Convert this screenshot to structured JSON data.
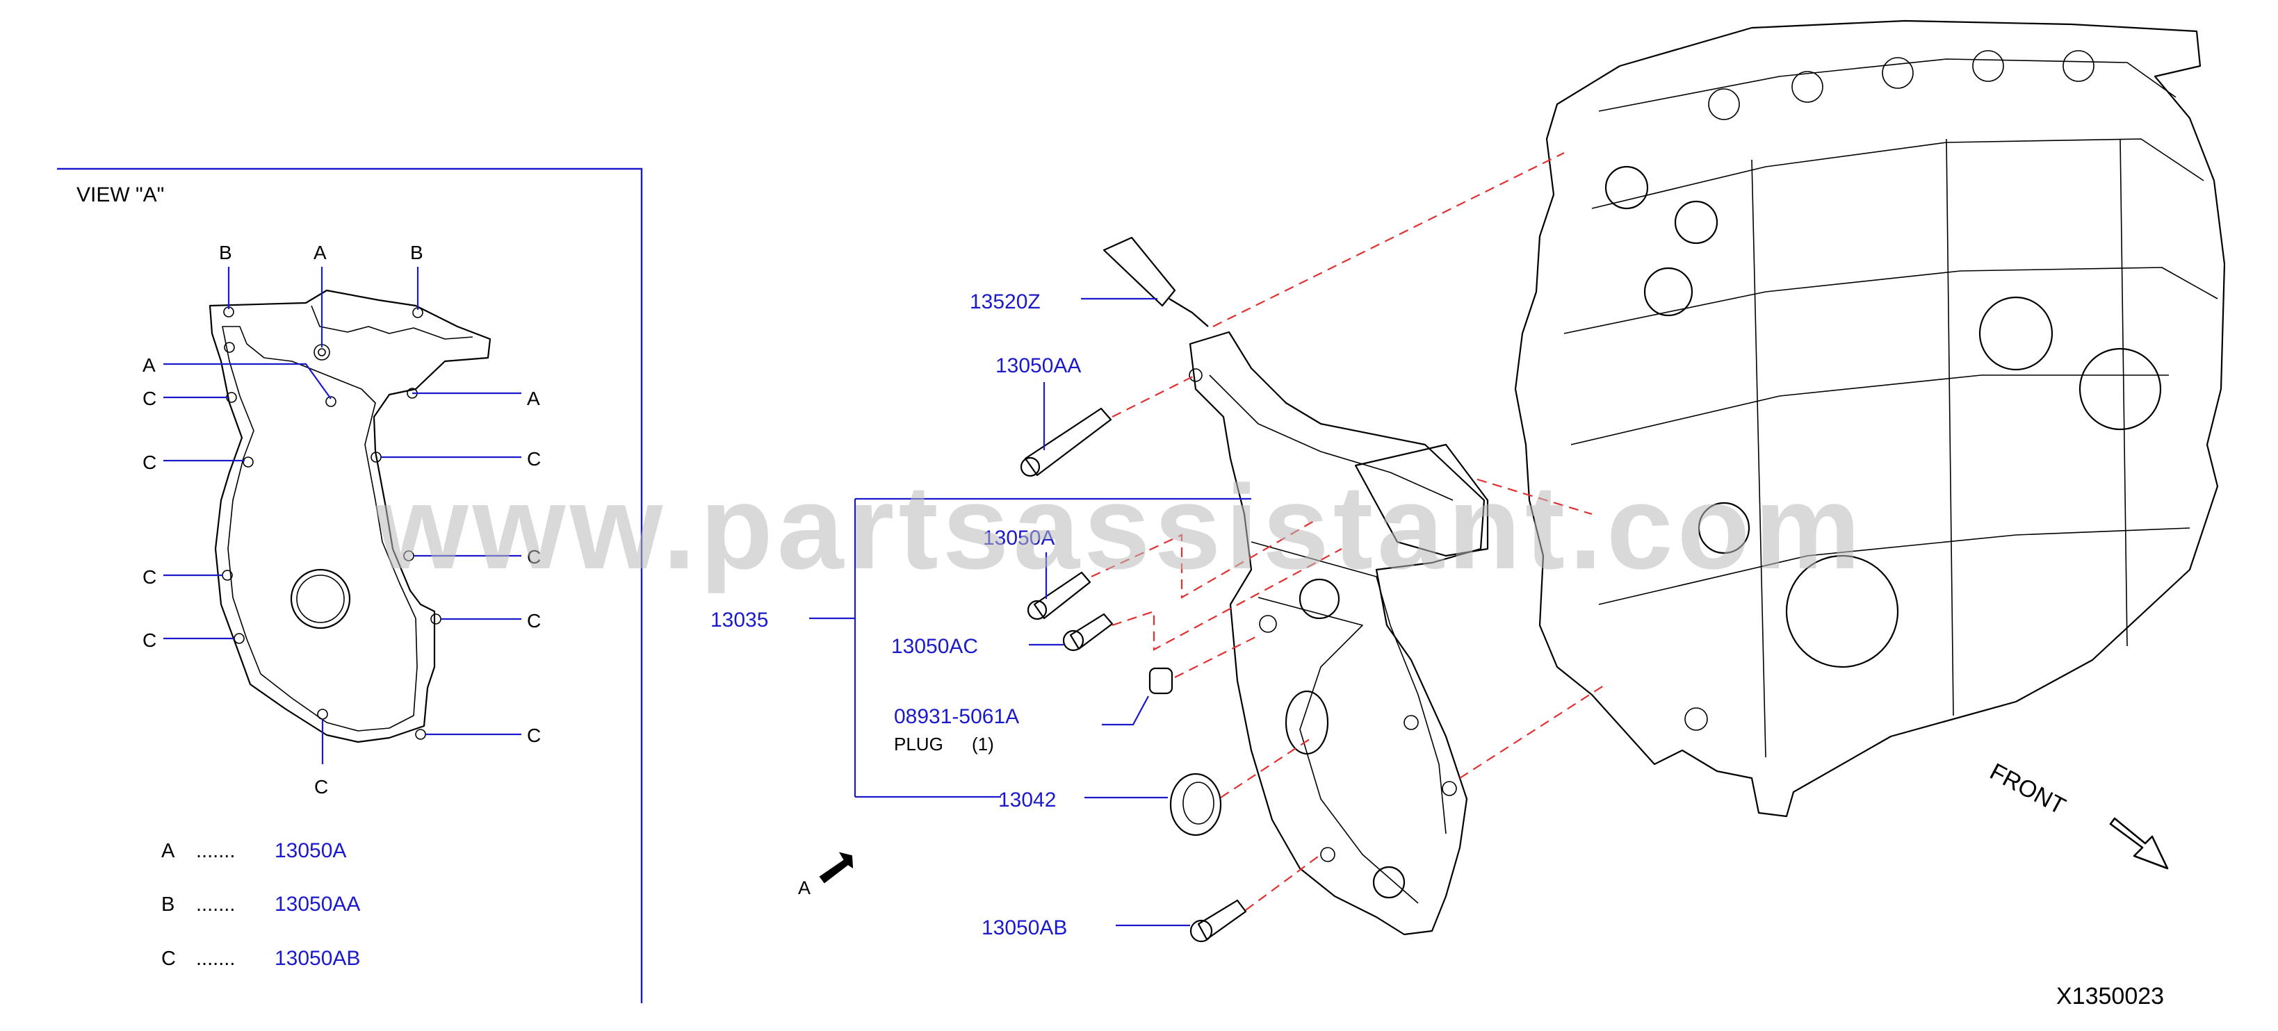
{
  "view_panel": {
    "title": "VIEW    \"A\"",
    "callouts": {
      "a": "A",
      "b": "B",
      "c": "C"
    },
    "legend": [
      {
        "key": "A",
        "dots": ".......",
        "part": "13050A"
      },
      {
        "key": "B",
        "dots": ".......",
        "part": "13050AA"
      },
      {
        "key": "C",
        "dots": ".......",
        "part": "13050AB"
      }
    ]
  },
  "parts": {
    "p13520Z": "13520Z",
    "p13050AA": "13050AA",
    "p13050A": "13050A",
    "p13035": "13035",
    "p13050AC": "13050AC",
    "p08931": "08931-5061A",
    "plug": "PLUG",
    "plug_qty": "(1)",
    "p13042": "13042",
    "p13050AB": "13050AB"
  },
  "view_marker": "A",
  "front_label": "FRONT",
  "diagram_code": "X1350023",
  "watermark": "www.partsassistant.com",
  "colors": {
    "link": "#1a1acc",
    "dashed_guide": "#e23030",
    "text": "#000000"
  }
}
